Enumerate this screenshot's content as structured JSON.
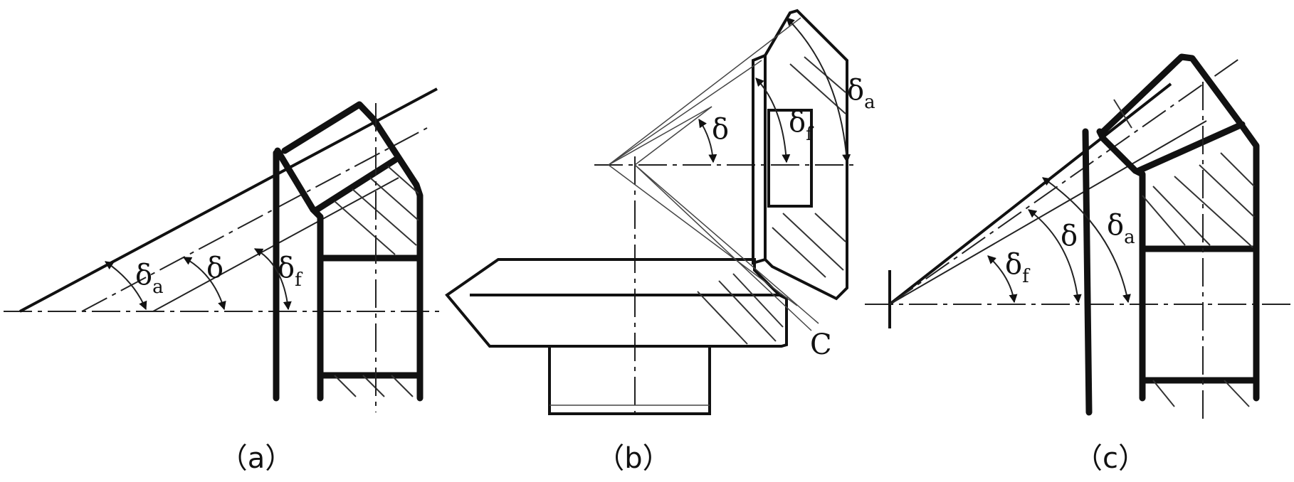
{
  "panels": [
    {
      "id": "a",
      "caption": "（a）",
      "labels": [
        {
          "symbol": "δ",
          "subscript": "a"
        },
        {
          "symbol": "δ",
          "subscript": ""
        },
        {
          "symbol": "δ",
          "subscript": "f"
        }
      ]
    },
    {
      "id": "b",
      "caption": "（b）",
      "labels": [
        {
          "symbol": "δ",
          "subscript": ""
        },
        {
          "symbol": "δ",
          "subscript": "f"
        },
        {
          "symbol": "δ",
          "subscript": "a"
        },
        {
          "symbol": "C",
          "subscript": ""
        }
      ]
    },
    {
      "id": "c",
      "caption": "（c）",
      "labels": [
        {
          "symbol": "δ",
          "subscript": "f"
        },
        {
          "symbol": "δ",
          "subscript": ""
        },
        {
          "symbol": "δ",
          "subscript": "a"
        }
      ]
    }
  ]
}
